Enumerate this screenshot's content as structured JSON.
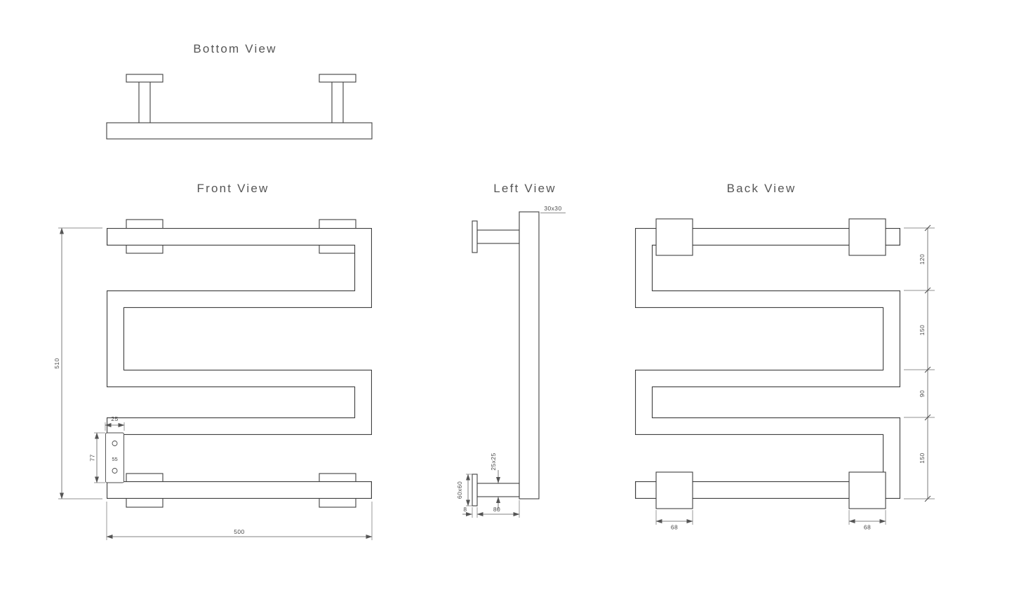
{
  "drawing": {
    "background_color": "#ffffff",
    "line_color": "#3f3f3f",
    "dimension_color": "#555555"
  },
  "views": {
    "bottom": {
      "title": "Bottom View"
    },
    "front": {
      "title": "Front View",
      "dims": {
        "overall_height": "510",
        "overall_width": "500",
        "controller_width": "25",
        "controller_height": "77"
      },
      "controller": {
        "display": "55"
      }
    },
    "left": {
      "title": "Left View",
      "dims": {
        "tube_section": "30x30",
        "arm_section": "25x25",
        "plate_section": "60x60",
        "plate_thickness": "8",
        "arm_length": "80"
      }
    },
    "back": {
      "title": "Back View",
      "dims": {
        "spacing_1": "120",
        "spacing_2": "150",
        "spacing_3": "90",
        "spacing_4": "150",
        "bracket_width_left": "68",
        "bracket_width_right": "68"
      }
    }
  }
}
